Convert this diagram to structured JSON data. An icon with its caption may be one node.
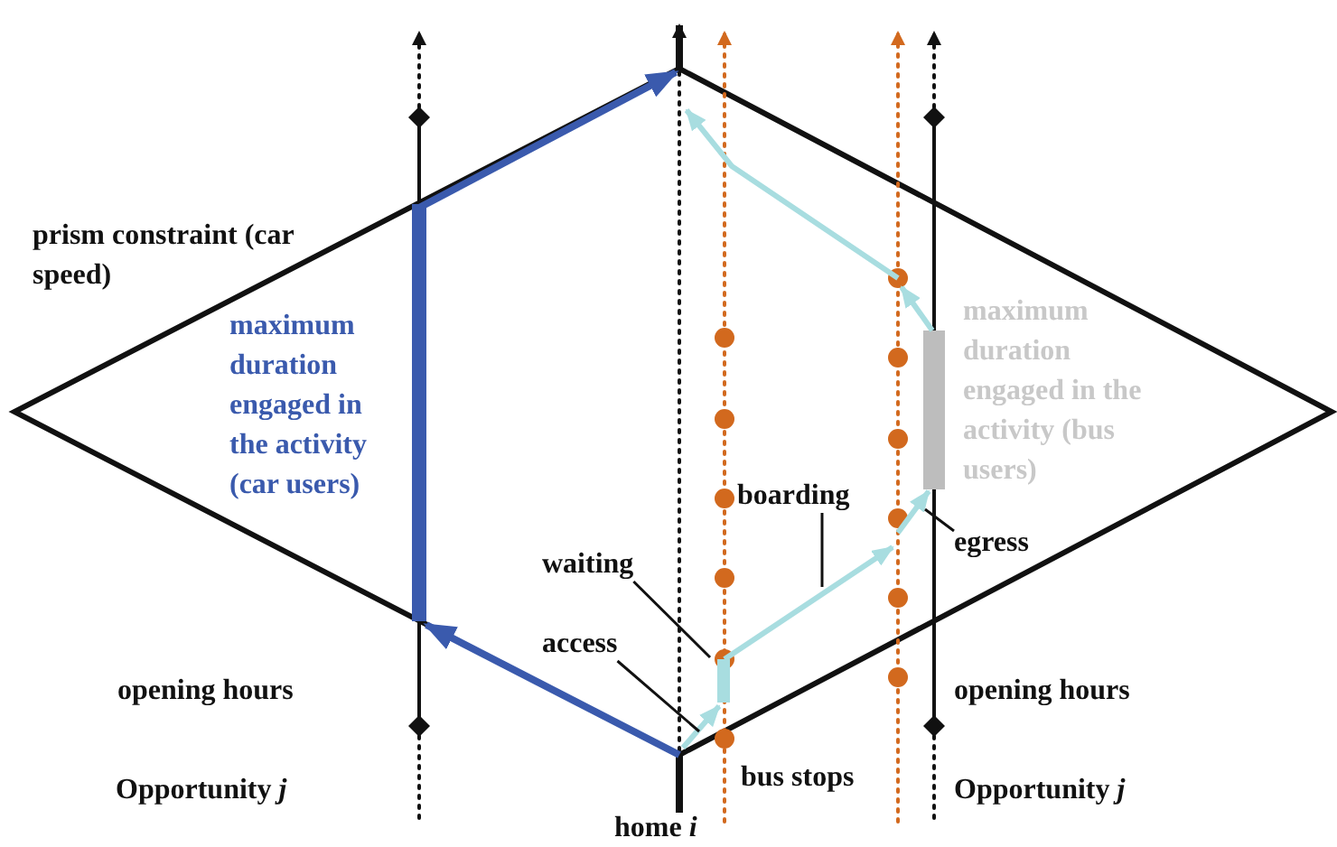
{
  "diagram": {
    "nodes": [
      {
        "text": [
          "waiting"
        ]
      },
      {
        "text": [
          "access"
        ]
      },
      {
        "text": [
          "boarding"
        ]
      },
      {
        "text": [
          "egress"
        ]
      }
    ],
    "edges": [
      {
        "from": 0,
        "to": null,
        "arrow": "none"
      },
      {
        "from": 1,
        "to": null,
        "arrow": "none"
      },
      {
        "from": 2,
        "to": null,
        "arrow": "none"
      },
      {
        "from": 3,
        "to": null,
        "arrow": "none"
      }
    ],
    "labels": [
      "prism constraint (car speed)",
      "maximum duration engaged in the activity (car users)",
      "maximum duration engaged in the activity (bus users)",
      "opening hours",
      "opening hours",
      "Opportunity *j*",
      "Opportunity *j*",
      "bus stops",
      "home *i*"
    ]
  }
}
